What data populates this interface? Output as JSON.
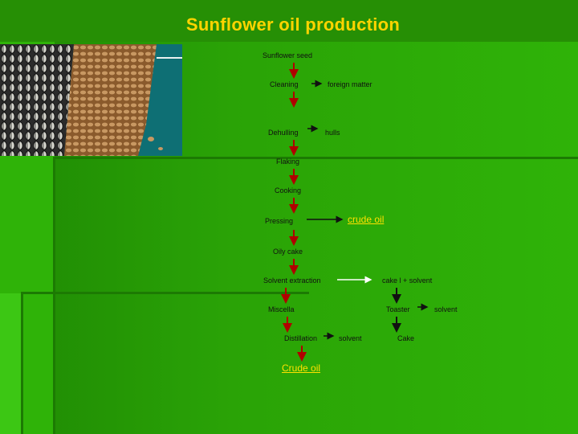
{
  "title": "Sunflower oil production",
  "steps": {
    "seed": "Sunflower seed",
    "cleaning": "Cleaning",
    "foreign": "foreign matter",
    "dehulling": "Dehulling",
    "hulls": "hulls",
    "flaking": "Flaking",
    "cooking": "Cooking",
    "pressing": "Pressing",
    "crude_oil_press": "crude oil",
    "oily_cake": "Oily cake",
    "solvent_extraction": "Solvent extraction",
    "cake_solvent": "cake l + solvent",
    "miscella": "Miscella",
    "toaster": "Toaster",
    "solvent_toaster": "solvent",
    "distillation": "Distillation",
    "solvent_distill": "solvent",
    "cake": "Cake",
    "crude_oil_final": "Crude oil"
  },
  "colors": {
    "title": "#ffd400",
    "arrow": "#b00000",
    "link": "#ffe100",
    "background": "#2aa306"
  }
}
